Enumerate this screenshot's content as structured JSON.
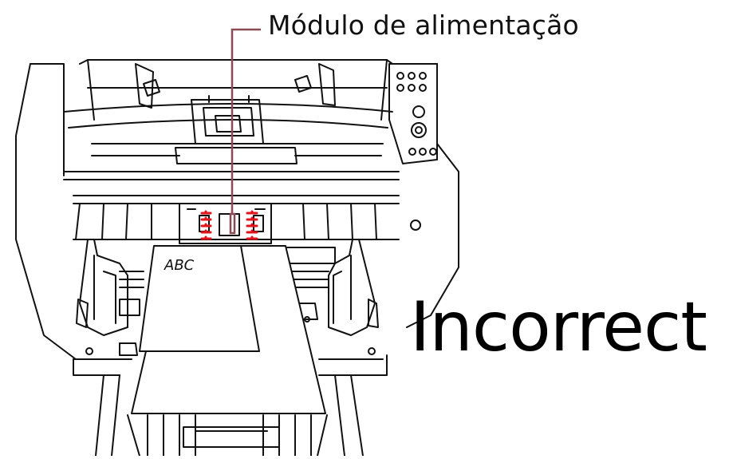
{
  "callout": {
    "label": "Módulo de alimentação",
    "line_color": "#8a4a55"
  },
  "verdict": {
    "label": "Incorrect"
  },
  "document": {
    "text": "ABC"
  },
  "colors": {
    "stroke": "#111111",
    "marker_red": "#e0151b",
    "paper": "#ffffff"
  }
}
